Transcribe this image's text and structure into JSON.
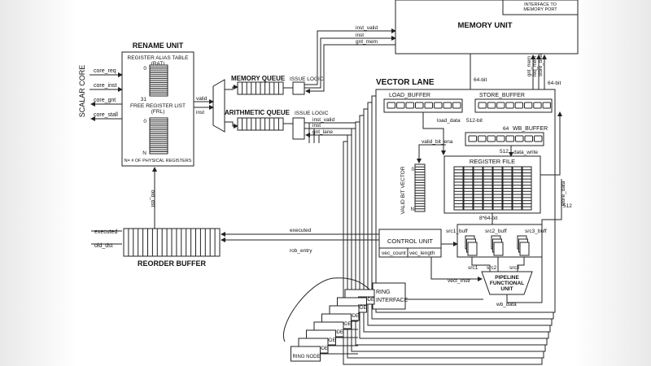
{
  "scalar_core": "SCALAR CORE",
  "core_signals": [
    "core_req",
    "core_inst",
    "core_gnt",
    "core_stall"
  ],
  "rename_unit": {
    "title": "RENAME UNIT",
    "rat": "REGISTER ALIAS TABLE\n(RAT)",
    "rat_top": "0",
    "rat_bottom": "31",
    "frl": "FREE REGISTER LIST\n(FRL)",
    "frl_top": "0",
    "frl_bottom": "N",
    "note": "N= # OF PHYSICAL REGISTERS",
    "old_dst": "old_dst"
  },
  "rename_out": {
    "valid": "valid",
    "inst": "inst"
  },
  "memory_queue": {
    "title": "MEMORY QUEUE",
    "issue": "ISSUE LOGIC"
  },
  "arith_queue": {
    "title": "ARITHMETIC QUEUE",
    "issue": "ISSUE LOGIC"
  },
  "mem_if": {
    "inst_valid": "inst_valid",
    "inst": "inst",
    "gnt_mem": "gnt_mem"
  },
  "lane_if": {
    "inst_valid": "inst_valid",
    "inst": "inst",
    "gnt_lane": "gnt_lane"
  },
  "memory_unit": {
    "title": "MEMORY UNIT",
    "port": "INTERFACE TO\nMEMORY PORT",
    "gnt_mem": "gnt_mem",
    "req_mem": "req_mem",
    "store_data": "store_data",
    "w64a": "64-bit",
    "w64b": "64-bit"
  },
  "vector_lane": {
    "title": "VECTOR LANE",
    "load_buffer": "LOAD_BUFFER",
    "store_buffer": "STORE_BUFFER",
    "load_data": "load_data",
    "w512": "512-bit",
    "wb_buffer": "WB_BUFFER",
    "n64": "64",
    "n512": "512",
    "data_write": "data_write",
    "valid_bit_ena": "valid_bit_ena",
    "register_file": "REGISTER FILE",
    "vbv": "VALID BIT VECTOR",
    "vbv_top": "0",
    "vbv_bottom": "N",
    "store_data": "store_data",
    "store_width": "512",
    "width_8x64": "8*64-bit",
    "control_unit": "CONTROL UNIT",
    "vec_count": "vec_count",
    "vec_length": "vec_length",
    "src1_buff": "src1_buff",
    "src2_buff": "src2_buff",
    "src3_buff": "src3_buff",
    "src1": "src1",
    "src2": "src2",
    "src3": "src3",
    "pfu": "PIPELINE\nFUNCTIONAL\nUNIT",
    "vect_instr": "vect_Instr",
    "wb_data": "wb_data",
    "ring_interface": "RING\nINTERFACE"
  },
  "rob": {
    "title": "REORDER BUFFER",
    "executed": "executed",
    "old_dst": "old_dst",
    "executed_sig": "executed",
    "rob_entry": "rob_entry"
  },
  "ring_nodes": [
    "RING NODE",
    "RING NODE",
    "RING NODE",
    "RING NODE",
    "RING NODE",
    "RING NODE",
    "RING NODE",
    "RING NODE"
  ]
}
